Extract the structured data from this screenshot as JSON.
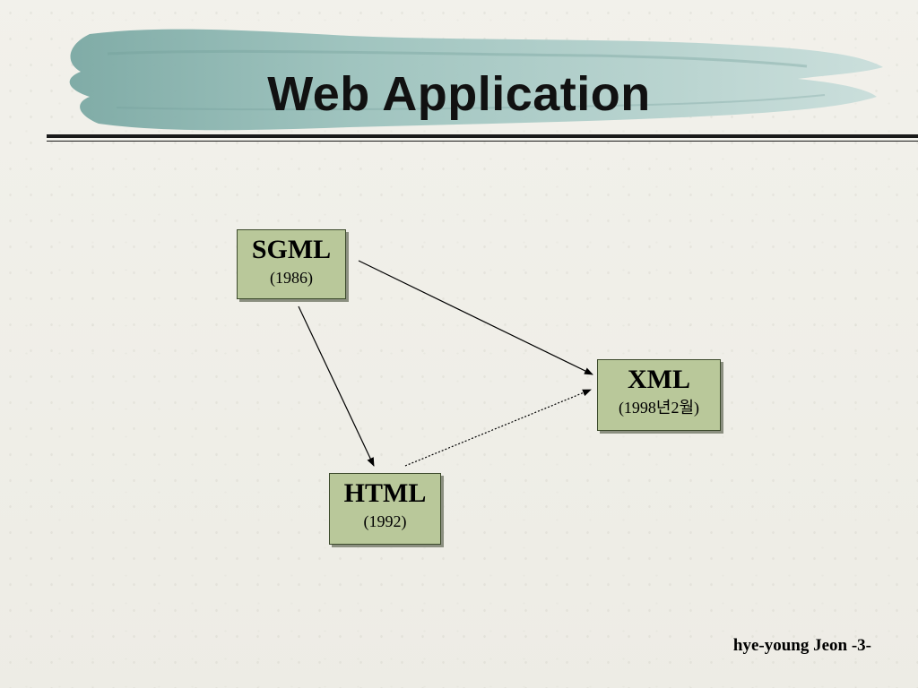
{
  "slide": {
    "title": "Web Application",
    "footer": "hye-young Jeon -3-"
  },
  "diagram": {
    "nodes": [
      {
        "id": "sgml",
        "name": "SGML",
        "year": "(1986)"
      },
      {
        "id": "xml",
        "name": "XML",
        "year": "(1998년2월)"
      },
      {
        "id": "html",
        "name": "HTML",
        "year": "(1992)"
      }
    ],
    "edges": [
      {
        "from": "sgml",
        "to": "xml",
        "style": "solid"
      },
      {
        "from": "sgml",
        "to": "html",
        "style": "solid"
      },
      {
        "from": "html",
        "to": "xml",
        "style": "dotted"
      }
    ]
  },
  "colors": {
    "node_fill": "#b9c89a",
    "brush": "#8fb7b2",
    "background": "#f1f0ea"
  }
}
